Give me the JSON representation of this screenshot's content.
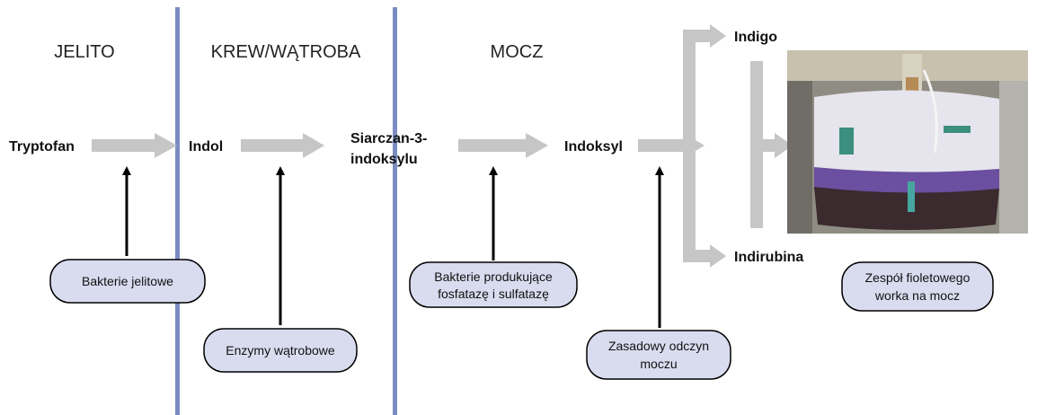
{
  "sections": {
    "jelito": "JELITO",
    "krew": "KREW/WĄTROBA",
    "mocz": "MOCZ"
  },
  "nodes": {
    "tryptofan": "Tryptofan",
    "indol": "Indol",
    "siarczan_line1": "Siarczan-3-",
    "siarczan_line2": "indoksylu",
    "indoksyl": "Indoksyl",
    "indigo": "Indigo",
    "indirubina": "Indirubina"
  },
  "factors": {
    "bakterie_jelitowe": "Bakterie jelitowe",
    "enzymy": "Enzymy wątrobowe",
    "bakterie_fosf_line1": "Bakterie produkujące",
    "bakterie_fosf_line2": "fosfatazę i sulfatazę",
    "zasadowy_line1": "Zasadowy odczyn",
    "zasadowy_line2": "moczu",
    "zespol_line1": "Zespół fioletowego",
    "zespol_line2": "worka na mocz"
  },
  "colors": {
    "divider": "#7b8cc2",
    "arrow_gray": "#c6c6c6",
    "box_fill": "#d9dcef"
  }
}
